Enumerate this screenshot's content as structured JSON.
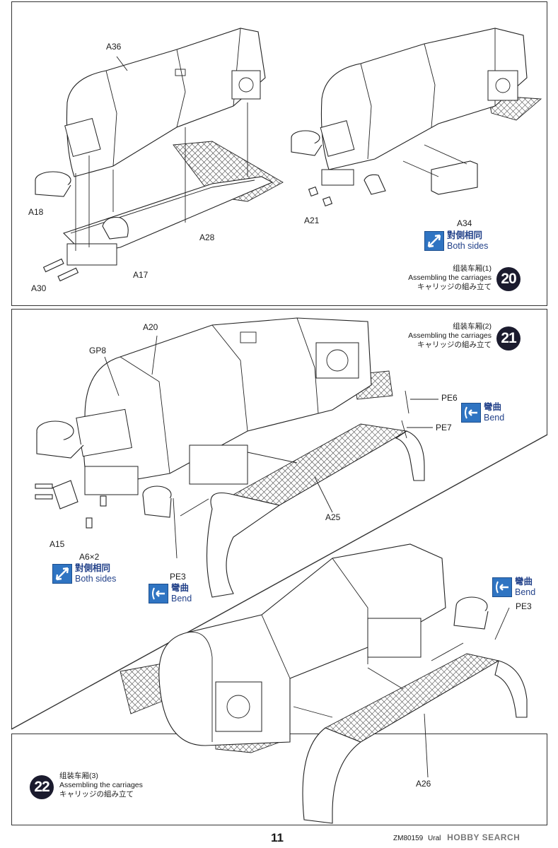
{
  "steps": {
    "s20": {
      "number": "20",
      "cn": "组装车厢(1)",
      "en": "Assembling the carriages",
      "jp": "キャリッジの組み立て"
    },
    "s21": {
      "number": "21",
      "cn": "组装车厢(2)",
      "en": "Assembling the carriages",
      "jp": "キャリッジの組み立て"
    },
    "s22": {
      "number": "22",
      "cn": "组装车厢(3)",
      "en": "Assembling the carriages",
      "jp": "キャリッジの組み立て"
    }
  },
  "notes": {
    "both_sides": {
      "cn": "對側相同",
      "en": "Both sides",
      "icon": "mirror-arrow-icon"
    },
    "bend": {
      "cn": "彎曲",
      "en": "Bend",
      "icon": "bend-arrow-icon"
    }
  },
  "parts": {
    "a36": "A36",
    "a18": "A18",
    "a30": "A30",
    "a17": "A17",
    "a28": "A28",
    "a21": "A21",
    "a34": "A34",
    "a20": "A20",
    "gp8": "GP8",
    "pe6": "PE6",
    "pe7": "PE7",
    "a25": "A25",
    "a15": "A15",
    "a6": "A6×2",
    "pe3": "PE3",
    "a26": "A26"
  },
  "footer": {
    "code": "ZM80159",
    "name": "Ural",
    "watermark": "HOBBY SEARCH",
    "page": "11"
  },
  "colors": {
    "accent": "#2f74c2",
    "stepBadge": "#1b1b2e",
    "noteText": "#23428a"
  }
}
